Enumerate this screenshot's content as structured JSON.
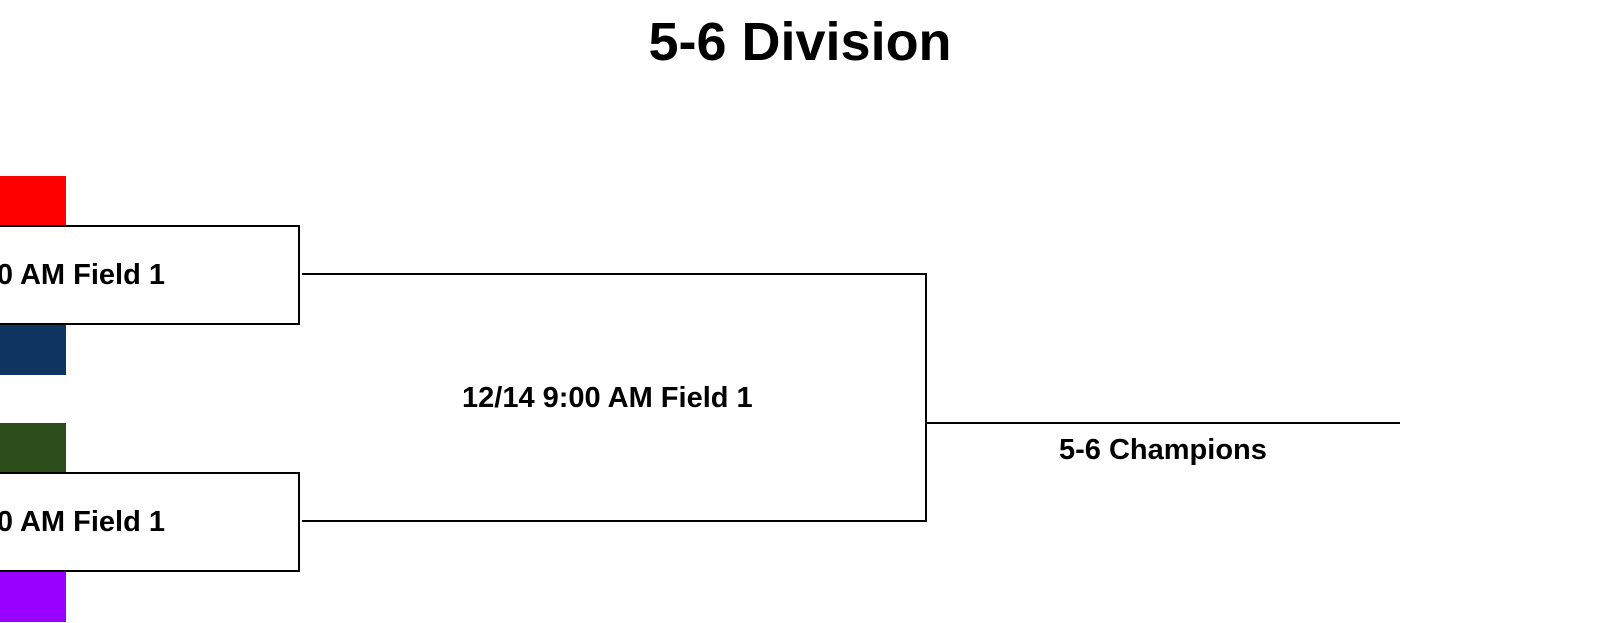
{
  "title": "5-6 Division",
  "colors": {
    "team_1": "#ff0000",
    "team_2": "#0d3560",
    "team_3": "#2d4e1a",
    "team_4": "#9900ff",
    "lines": "#000000"
  },
  "bracket": {
    "semifinal_1": {
      "label": "0 AM Field 1"
    },
    "semifinal_2": {
      "label": "0 AM Field 1"
    },
    "final": {
      "label": "12/14 9:00 AM Field 1"
    },
    "winner": {
      "label": "5-6 Champions"
    }
  }
}
